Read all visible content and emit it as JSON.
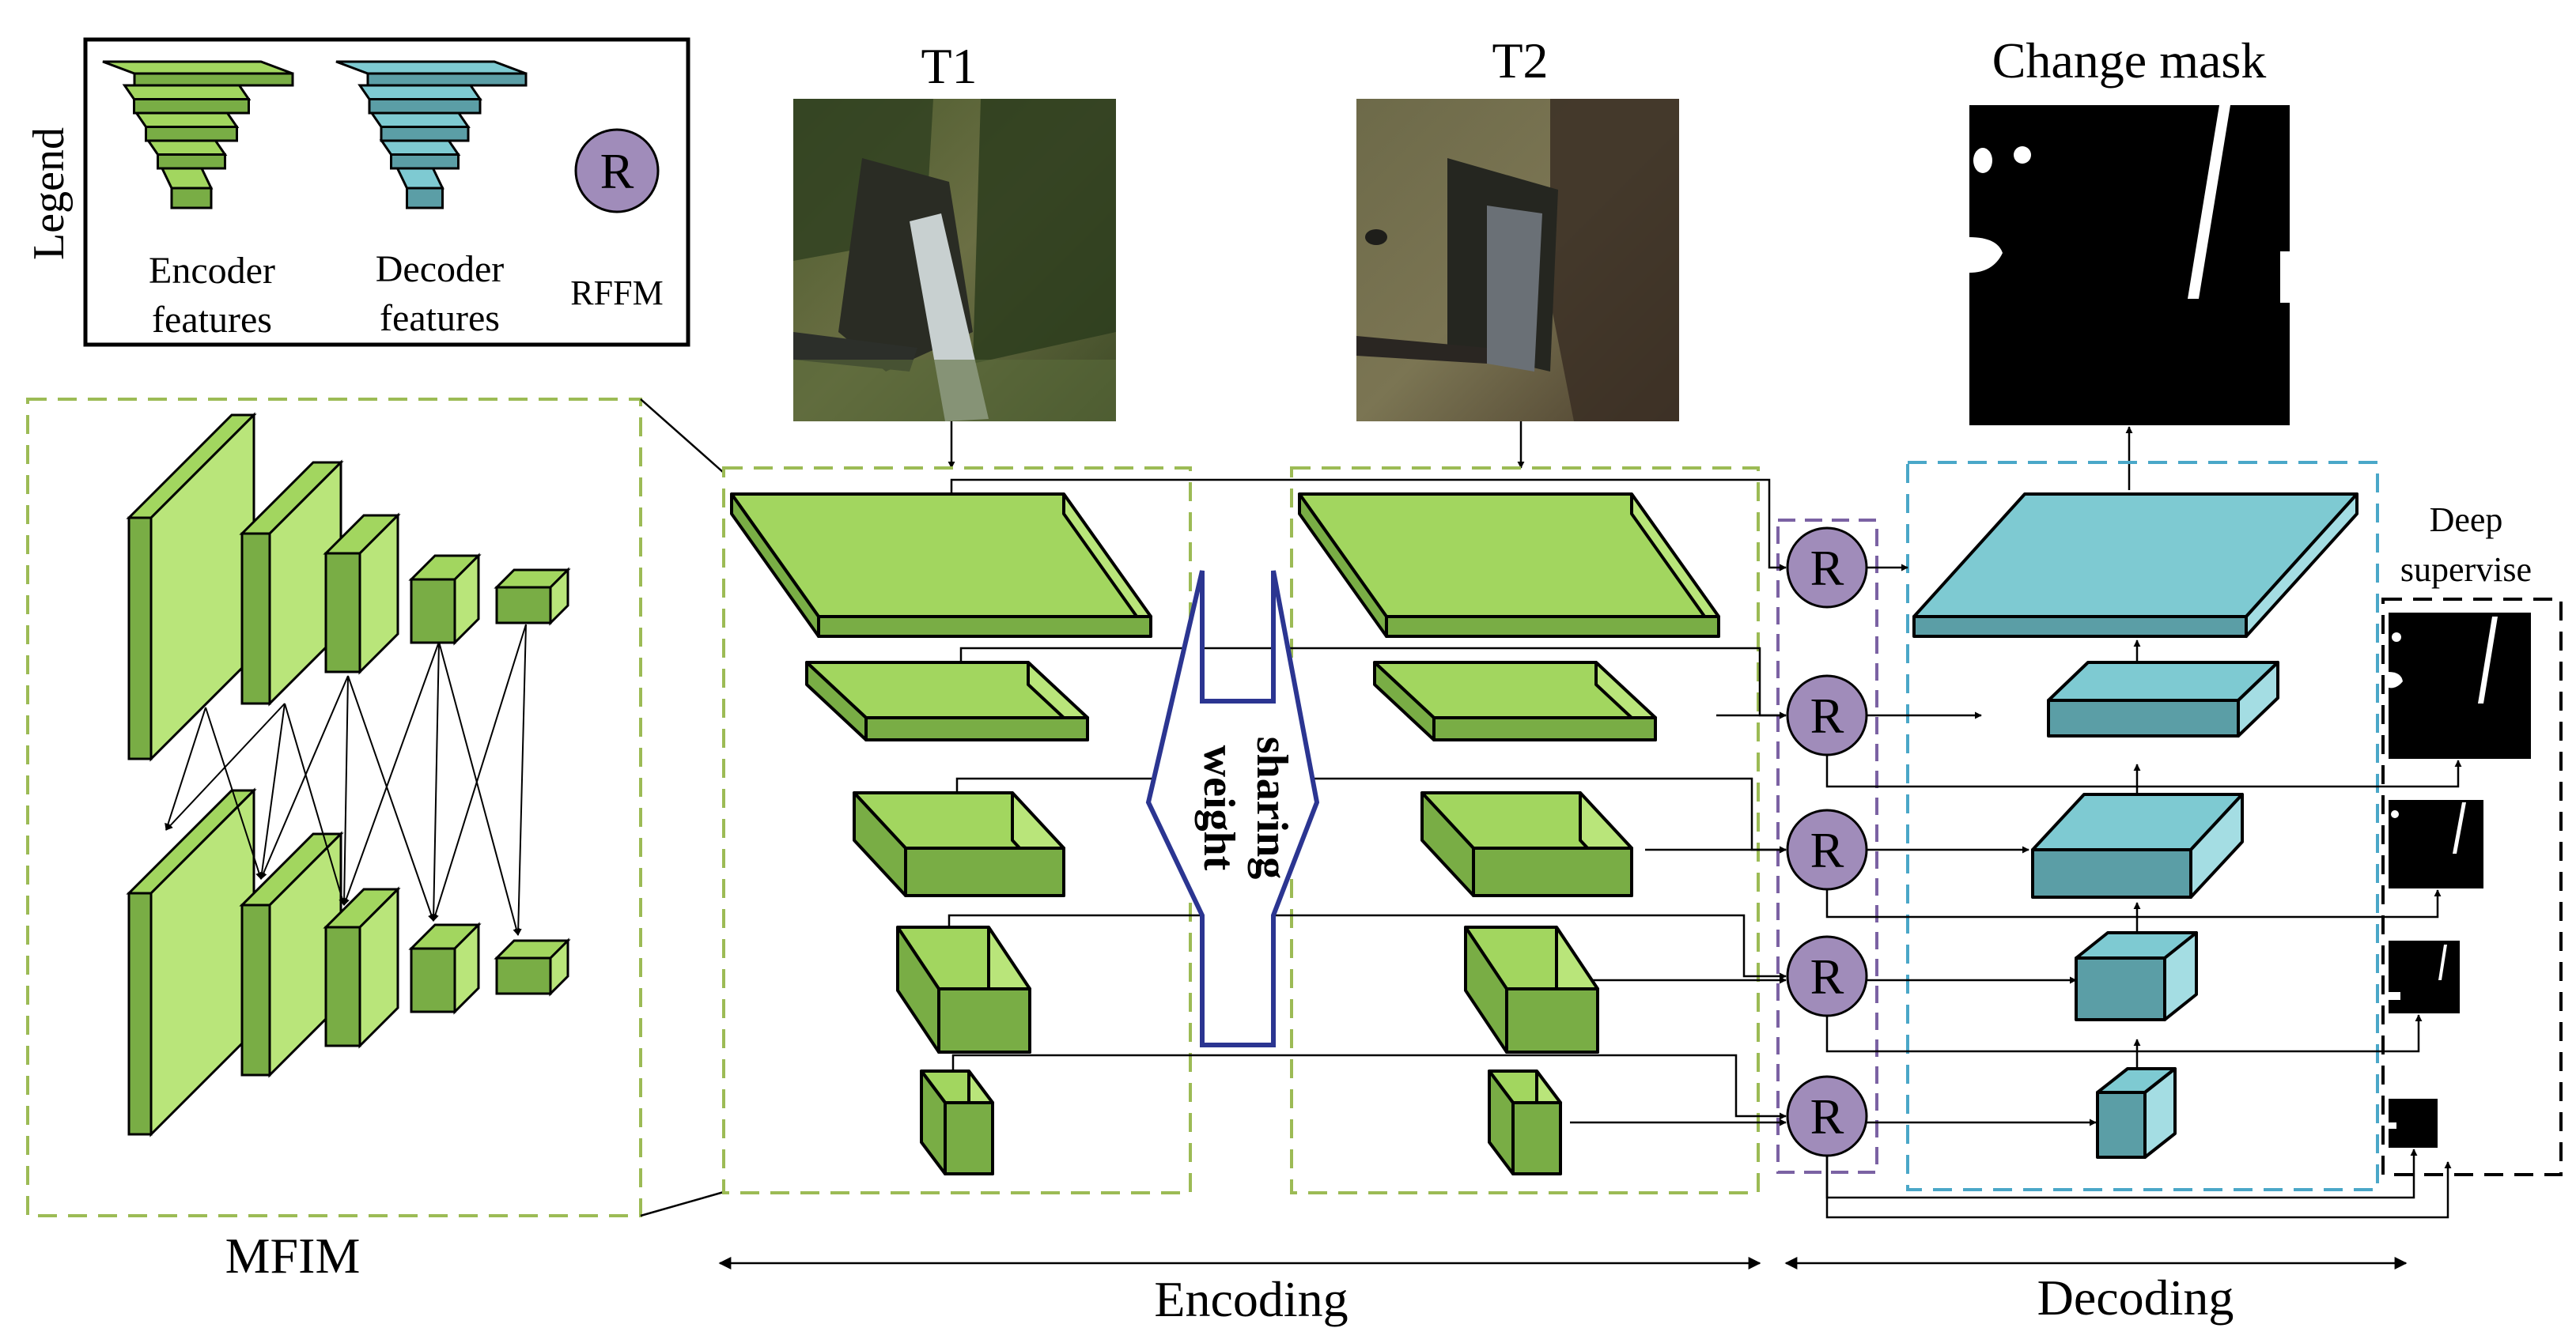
{
  "legend": {
    "title": "Legend",
    "encoder_label_line1": "Encoder",
    "encoder_label_line2": "features",
    "decoder_label_line1": "Decoder",
    "decoder_label_line2": "features",
    "rffm_symbol": "R",
    "rffm_label": "RFFM"
  },
  "inputs": {
    "t1_label": "T1",
    "t2_label": "T2",
    "change_mask_label": "Change mask"
  },
  "modules": {
    "mfim_label": "MFIM",
    "rffm_symbol": "R",
    "weight_sharing_line1": "weight",
    "weight_sharing_line2": "sharing",
    "deep_supervise_line1": "Deep",
    "deep_supervise_line2": "supervise"
  },
  "stages": {
    "encoding_label": "Encoding",
    "decoding_label": "Decoding"
  },
  "colors": {
    "encoder_front": "#79ad45",
    "encoder_top": "#a2d65f",
    "encoder_side": "#b9e57a",
    "decoder_front": "#5b9ea6",
    "decoder_top": "#7ecad2",
    "decoder_side": "#a4dde3",
    "rffm_fill": "#a08cba",
    "encoder_dash": "#9cbb55",
    "decoder_dash": "#4aa7c8",
    "rffm_dash": "#7b62a3",
    "weight_sharing_stroke": "#2b3591"
  }
}
